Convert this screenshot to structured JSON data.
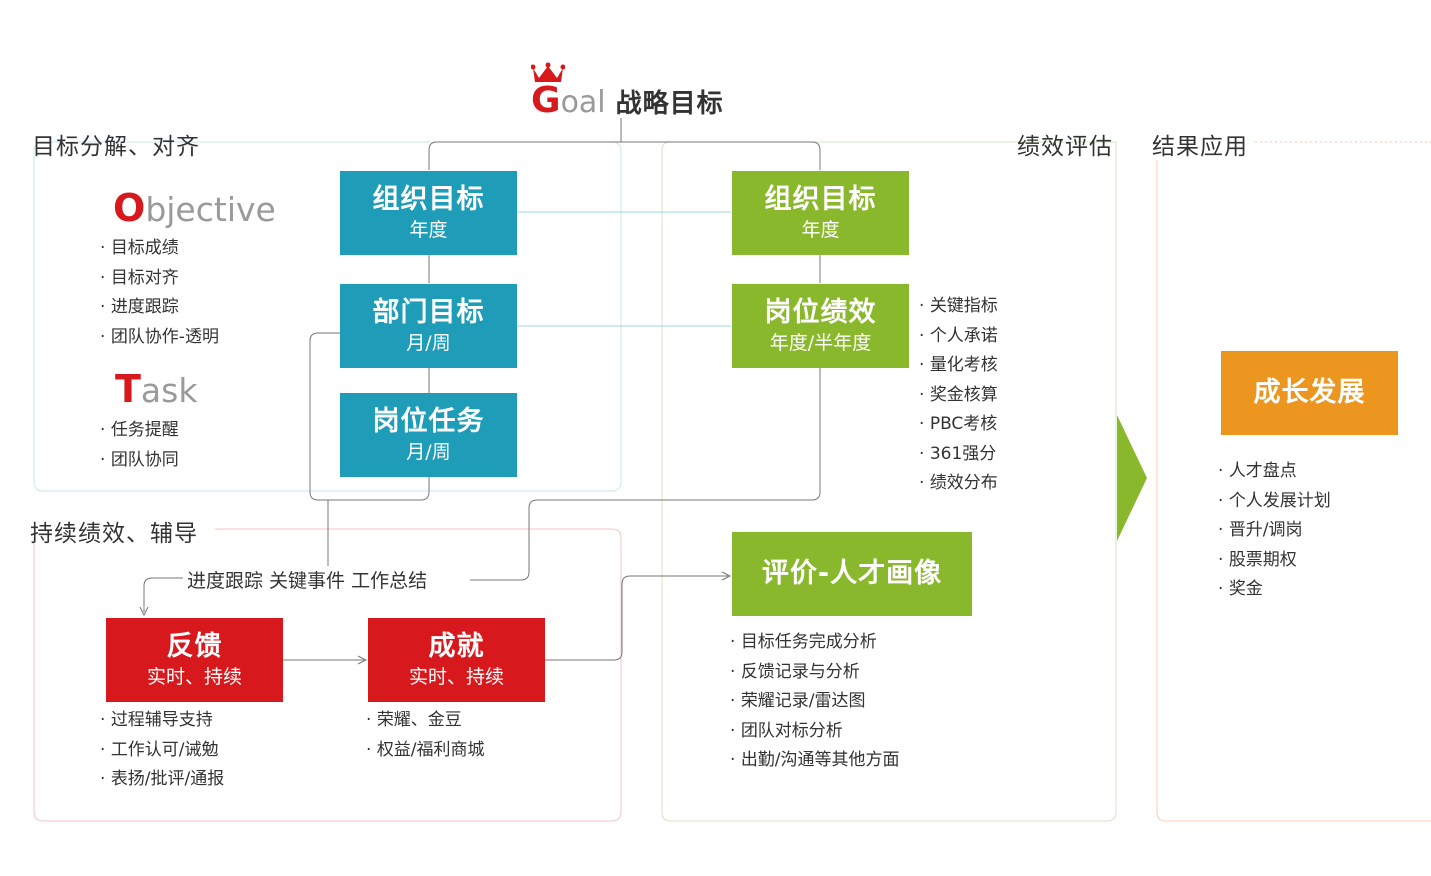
{
  "goal": {
    "g": "G",
    "rest": "oal",
    "label": "战略目标",
    "crown_icon": "crown-icon"
  },
  "sections": {
    "decompose": "目标分解、对齐",
    "evaluate": "绩效评估",
    "result": "结果应用",
    "continuous": "持续绩效、辅导"
  },
  "objective": {
    "letter": "O",
    "rest": "bjective",
    "items": [
      "目标成绩",
      "目标对齐",
      "进度跟踪",
      "团队协作-透明"
    ]
  },
  "task": {
    "letter": "T",
    "rest": "ask",
    "items": [
      "任务提醒",
      "团队协同"
    ]
  },
  "boxes": {
    "org_goal_left": {
      "main": "组织目标",
      "sub": "年度"
    },
    "dept_goal": {
      "main": "部门目标",
      "sub": "月/周"
    },
    "post_task": {
      "main": "岗位任务",
      "sub": "月/周"
    },
    "org_goal_right": {
      "main": "组织目标",
      "sub": "年度"
    },
    "post_perf": {
      "main": "岗位绩效",
      "sub": "年度/半年度"
    },
    "evaluation": {
      "main": "评价-人才画像"
    },
    "feedback": {
      "main": "反馈",
      "sub": "实时、持续"
    },
    "achievement": {
      "main": "成就",
      "sub": "实时、持续"
    },
    "growth": {
      "main": "成长发展"
    }
  },
  "perf_items": [
    "关键指标",
    "个人承诺",
    "量化考核",
    "奖金核算",
    "PBC考核",
    "361强分",
    "绩效分布"
  ],
  "eval_items": [
    "目标任务完成分析",
    "反馈记录与分析",
    "荣耀记录/雷达图",
    "团队对标分析",
    "出勤/沟通等其他方面"
  ],
  "growth_items": [
    "人才盘点",
    "个人发展计划",
    "晋升/调岗",
    "股票期权",
    "奖金"
  ],
  "feedback_items": [
    "过程辅导支持",
    "工作认可/诫勉",
    "表扬/批评/通报"
  ],
  "achievement_items": [
    "荣耀、金豆",
    "权益/福利商城"
  ],
  "steps": "进度跟踪  关键事件  工作总结",
  "colors": {
    "blue": "#1f9cb8",
    "green": "#8ab82c",
    "red": "#d7181c",
    "orange": "#ed961f"
  }
}
